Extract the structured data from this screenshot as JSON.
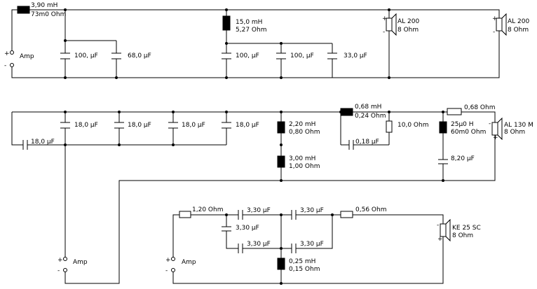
{
  "circuit1": {
    "amp_label": "Amp",
    "amp_plus": "+",
    "amp_minus": "-",
    "l1": {
      "value": "3,90 mH",
      "resistance": "73m0 Ohm"
    },
    "c1": "100, µF",
    "c2": "68,0 µF",
    "l2": {
      "value": "15,0 mH",
      "resistance": "5,27 Ohm"
    },
    "c3": "100, µF",
    "c4": "100, µF",
    "c5": "33,0 µF",
    "spk1": {
      "model": "AL 200",
      "impedance": "8 Ohm"
    },
    "spk2": {
      "model": "AL 200",
      "impedance": "8 Ohm"
    }
  },
  "circuit2": {
    "c_series": "18,0 µF",
    "c_shunt1": "18,0 µF",
    "c_shunt2": "18,0 µF",
    "c_shunt3": "18,0 µF",
    "c_shunt4": "18,0 µF",
    "l_shunt1": {
      "value": "2,20 mH",
      "resistance": "0,80 Ohm"
    },
    "l_shunt2": {
      "value": "3,00 mH",
      "resistance": "1,00 Ohm"
    },
    "l_series": {
      "value": "0,68 mH",
      "resistance": "0,24 Ohm"
    },
    "r_notch": "10,0 Ohm",
    "c_notch": "0,18 µF",
    "r_series": "0,68 Ohm",
    "l_shunt3": {
      "value": "25µ0 H",
      "resistance": "60m0 Ohm"
    },
    "c_shunt5": "8,20 µF",
    "spk": {
      "model": "AL 130 M",
      "impedance": "8 Ohm"
    },
    "amp_label": "Amp",
    "amp_plus": "+",
    "amp_minus": "-"
  },
  "circuit3": {
    "amp_label": "Amp",
    "amp_plus": "+",
    "amp_minus": "-",
    "r1": "1,20 Ohm",
    "c1": "3,30 µF",
    "c2": "3,30 µF",
    "c3": "3,30 µF",
    "c4": "3,30 µF",
    "c5": "3,30 µF",
    "r2": "0,56 Ohm",
    "l1": {
      "value": "0,25 mH",
      "resistance": "0,15 Ohm"
    },
    "spk": {
      "model": "KE 25 SC",
      "impedance": "8 Ohm"
    }
  }
}
